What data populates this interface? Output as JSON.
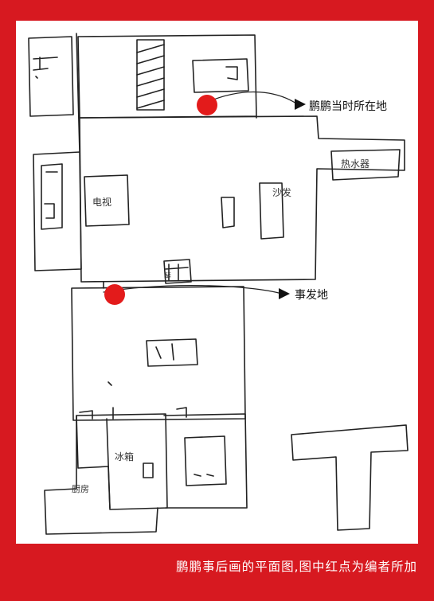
{
  "callouts": {
    "location_label": "鹏鹏当时所在地",
    "incident_label": "事发地"
  },
  "sketch_labels": {
    "tv": "电视",
    "sofa": "沙发",
    "fridge": "冰箱",
    "kitchen": "厨房",
    "water_heater": "热水器",
    "piano": "琴"
  },
  "caption": "鹏鹏事后画的平面图,图中红点为编者所加",
  "colors": {
    "frame": "#d71920",
    "marker": "#e31b1b",
    "ink": "#222222"
  }
}
